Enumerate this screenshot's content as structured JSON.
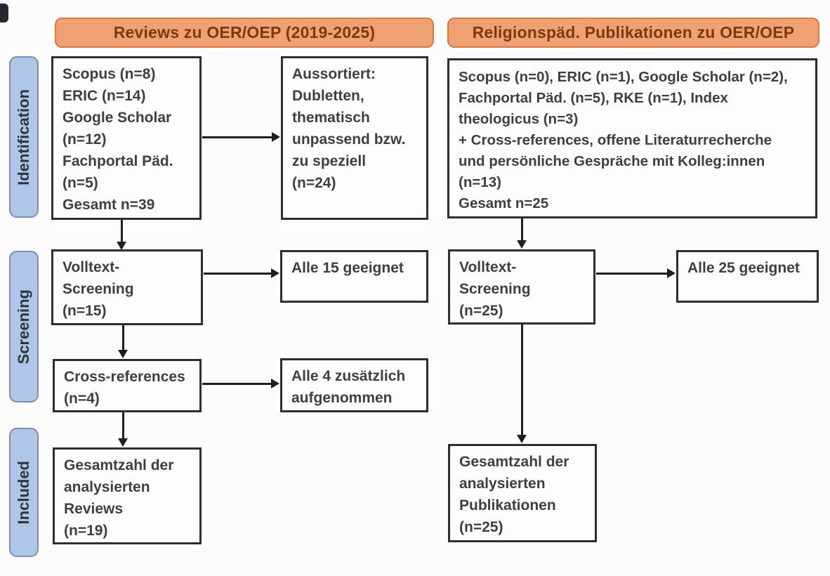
{
  "figure": {
    "type": "prisma-flow-diagram",
    "accent_orange": "#f0a173",
    "accent_orange_border": "#d4794a",
    "accent_blue": "#aec6e8",
    "box_border_color": "#2e2e2e"
  },
  "stages": {
    "identification": "Identification",
    "screening": "Screening",
    "included": "Included"
  },
  "flow": {
    "left": {
      "header": "Reviews zu OER/OEP (2019-2025)",
      "identification_box": "Scopus (n=8)\nERIC (n=14)\nGoogle Scholar\n(n=12)\nFachportal Päd.\n(n=5)\nGesamt n=39",
      "excluded_box": "Aussortiert:\nDubletten,\nthematisch\nunpassend bzw.\nzu speziell\n(n=24)",
      "screening_box": "Volltext-\nScreening\n(n=15)",
      "screening_result_box": "Alle 15 geeignet",
      "crossref_box": "Cross-references\n(n=4)",
      "crossref_result_box": "Alle 4 zusätzlich\naufgenommen",
      "included_box": "Gesamtzahl der\nanalysierten\nReviews\n(n=19)"
    },
    "right": {
      "header": "Religionspäd. Publikationen zu OER/OEP",
      "identification_box": "Scopus (n=0), ERIC (n=1), Google Scholar (n=2),\nFachportal Päd. (n=5), RKE (n=1), Index\ntheologicus (n=3)\n+ Cross-references, offene Literaturrecherche\nund persönliche Gespräche mit Kolleg:innen\n(n=13)\nGesamt n=25",
      "screening_box": "Volltext-\nScreening\n(n=25)",
      "screening_result_box": "Alle 25 geeignet",
      "included_box": "Gesamtzahl der\nanalysierten\nPublikationen\n(n=25)"
    }
  }
}
